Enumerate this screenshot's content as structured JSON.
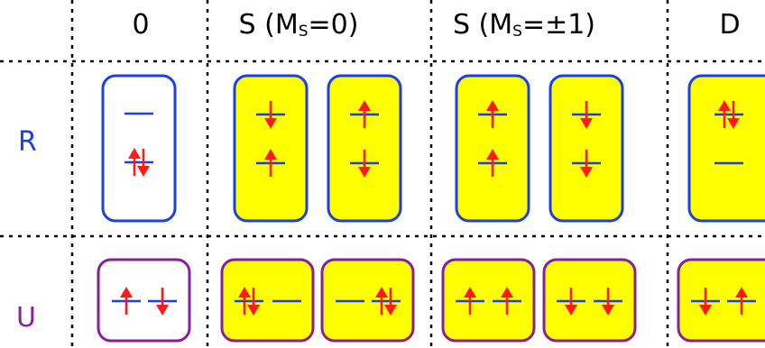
{
  "headers": {
    "zero": "0",
    "s0": {
      "pre": "S (M",
      "sub": "S",
      "post": "=0)"
    },
    "s1": {
      "pre": "S (M",
      "sub": "S",
      "post": "=±1)"
    },
    "d": "D"
  },
  "rows": {
    "r": {
      "label": "R",
      "color": "#1c3fe6"
    },
    "u": {
      "label": "U",
      "color": "#8a1f9c"
    }
  },
  "colors": {
    "arrow": "#ff1a1a",
    "level": "#1c3fe6",
    "box_fill_filled": "#ffff00",
    "box_fill_empty": "#ffffff",
    "r_box_border": "#1c3fe6",
    "u_box_border": "#8a1f9c"
  }
}
